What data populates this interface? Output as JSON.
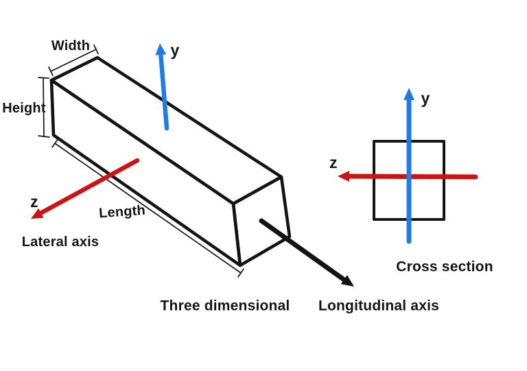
{
  "colors": {
    "ink": "#141414",
    "axis_blue": "#1e7ce8",
    "axis_red": "#cb1414",
    "face_gray": "#e9e9e9",
    "face_white": "#ffffff"
  },
  "beam_view": {
    "caption": "Three dimensional",
    "dimensions": {
      "width": "Width",
      "height": "Height",
      "length": "Length"
    },
    "axes": {
      "vertical_label": "y",
      "lateral_label": "z",
      "lateral_name": "Lateral axis",
      "longitudinal_name": "Longitudinal axis"
    }
  },
  "section_view": {
    "caption": "Cross section",
    "axes": {
      "vertical_label": "y",
      "lateral_label": "z"
    }
  }
}
